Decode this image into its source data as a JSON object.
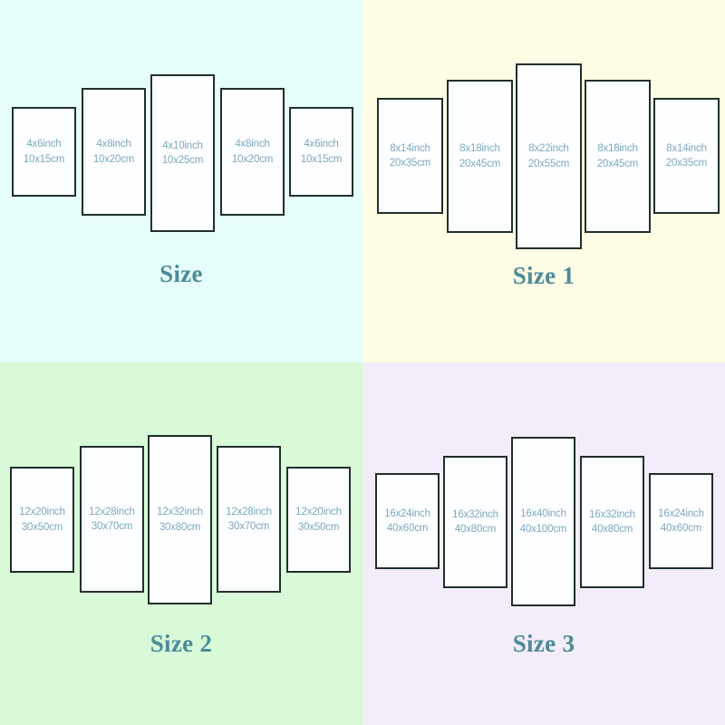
{
  "image": {
    "kind": "wall-art-size-chart",
    "layout": "2x2 grid of five-panel canvas size diagrams",
    "panel_border_color": "#20302b",
    "panel_fill_color": "#fdfeff",
    "label_text_color": "#7ca8bd",
    "title_text_color": "#4e8b9a"
  },
  "quadrants": [
    {
      "id": "size",
      "title": "Size",
      "background_color": "#e6fdfb",
      "panels": [
        {
          "inch": "4x6inch",
          "cm": "10x15cm"
        },
        {
          "inch": "4x8inch",
          "cm": "10x20cm"
        },
        {
          "inch": "4x10inch",
          "cm": "10x25cm"
        },
        {
          "inch": "4x8inch",
          "cm": "10x20cm"
        },
        {
          "inch": "4x6inch",
          "cm": "10x15cm"
        }
      ]
    },
    {
      "id": "size-1",
      "title": "Size 1",
      "background_color": "#fefce5",
      "panels": [
        {
          "inch": "8x14inch",
          "cm": "20x35cm"
        },
        {
          "inch": "8x18inch",
          "cm": "20x45cm"
        },
        {
          "inch": "8x22inch",
          "cm": "20x55cm"
        },
        {
          "inch": "8x18inch",
          "cm": "20x45cm"
        },
        {
          "inch": "8x14inch",
          "cm": "20x35cm"
        }
      ]
    },
    {
      "id": "size-2",
      "title": "Size 2",
      "background_color": "#d8fad8",
      "panels": [
        {
          "inch": "12x20inch",
          "cm": "30x50cm"
        },
        {
          "inch": "12x28inch",
          "cm": "30x70cm"
        },
        {
          "inch": "12x32inch",
          "cm": "30x80cm"
        },
        {
          "inch": "12x28inch",
          "cm": "30x70cm"
        },
        {
          "inch": "12x20inch",
          "cm": "30x50cm"
        }
      ]
    },
    {
      "id": "size-3",
      "title": "Size 3",
      "background_color": "#f2edf9",
      "panels": [
        {
          "inch": "16x24inch",
          "cm": "40x60cm"
        },
        {
          "inch": "16x32inch",
          "cm": "40x80cm"
        },
        {
          "inch": "16x40inch",
          "cm": "40x100cm"
        },
        {
          "inch": "16x32inch",
          "cm": "40x80cm"
        },
        {
          "inch": "16x24inch",
          "cm": "40x60cm"
        }
      ]
    }
  ]
}
